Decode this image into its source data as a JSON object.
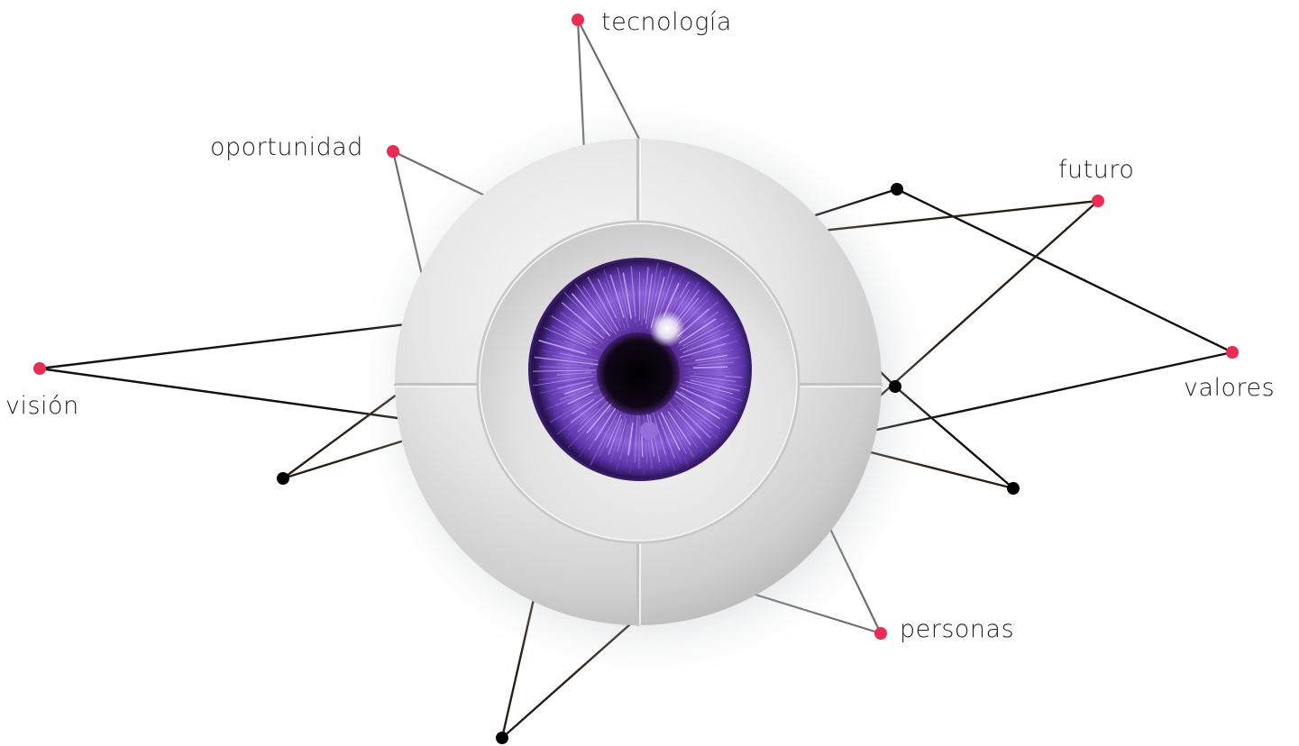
{
  "labels": {
    "tecnologia": "tecnología",
    "oportunidad": "oportunidad",
    "futuro": "futuro",
    "vision": "visión",
    "valores": "valores",
    "personas": "personas"
  },
  "colors": {
    "label_text": "#222222",
    "accent_node": "#ee2b52",
    "plain_node": "#000000",
    "iris": "#7a4fc9",
    "pupil": "#0d0612",
    "eyeball": "#e4e4e4",
    "dot_pattern": "#c6ced4"
  },
  "icons": {
    "center": "eyeball-icon"
  }
}
